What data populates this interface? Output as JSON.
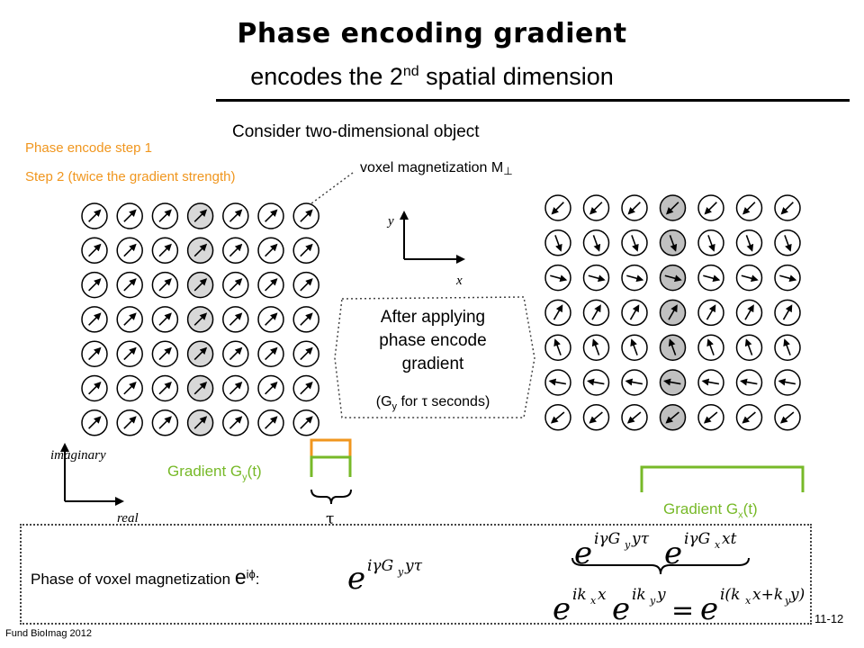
{
  "title": "Phase encoding gradient",
  "subtitle": "encodes the 2nd spatial dimension",
  "subtitle_main": "encodes the 2",
  "subtitle_sup": "nd",
  "subtitle_rest": " spatial dimension",
  "consider": "Consider two-dimensional object",
  "step1": "Phase encode step 1",
  "step2": "Step 2 (twice the gradient strength)",
  "voxel_label": "voxel magnetization M",
  "voxel_perp": "⊥",
  "axes_left": {
    "imaginary": "imaginary",
    "real": "real"
  },
  "axes_center": {
    "y": "y",
    "x": "x"
  },
  "after_box": {
    "line1": "After applying",
    "line2": "phase encode",
    "line3": "gradient",
    "sub_pre": "(G",
    "sub_y": "y",
    "sub_post": " for τ seconds)"
  },
  "gradient_y": {
    "pre": "Gradient G",
    "sub": "y",
    "post": "(t)"
  },
  "gradient_x": {
    "pre": "Gradient G",
    "sub": "x",
    "post": "(t)"
  },
  "tau": "τ",
  "phase_label": {
    "pre": "Phase of voxel magnetization ",
    "eiphi": "e",
    "sup": "iϕ",
    "colon": ":"
  },
  "footer": "Fund BioImag 2012",
  "page_number": "11-12",
  "colors": {
    "orange": "#f0961e",
    "green": "#77b928",
    "gray_fill": "#d8d8d8",
    "gray_fill_dark": "#c0c0c0"
  },
  "grid_left": {
    "rows": 7,
    "cols": 7,
    "highlight_col": 3,
    "angle_deg": 45
  },
  "grid_right": {
    "rows": 7,
    "cols": 7,
    "highlight_col": 3,
    "row_angles_deg": [
      225,
      290,
      345,
      60,
      110,
      170,
      220
    ]
  }
}
